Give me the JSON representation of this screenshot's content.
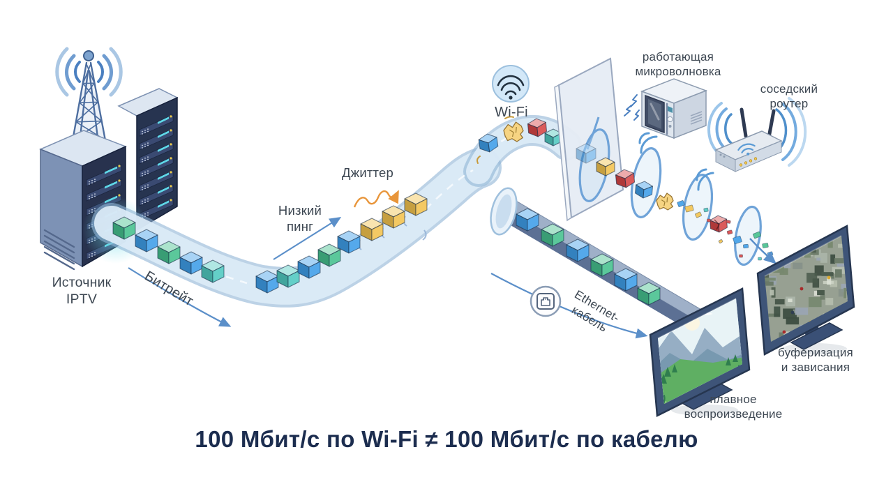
{
  "title": "100 Мбит/с по Wi-Fi ≠ 100 Мбит/с по кабелю",
  "labels": {
    "source_line1": "Источник",
    "source_line2": "IPTV",
    "bitrate": "Битрейт",
    "low_ping_line1": "Низкий",
    "low_ping_line2": "пинг",
    "jitter": "Джиттер",
    "wifi": "Wi-Fi",
    "microwave_line1": "работающая",
    "microwave_line2": "микроволновка",
    "router_line1": "соседский",
    "router_line2": "роутер",
    "ethernet_line1": "Ethernet-",
    "ethernet_line2": "кабель",
    "smooth_line1": "плавное",
    "smooth_line2": "воспроизведение",
    "buffering_line1": "буферизация",
    "buffering_line2": "и зависания"
  },
  "icons": [
    "antenna-icon",
    "wifi-icon",
    "rj45-ethernet-icon",
    "microwave-icon",
    "router-icon",
    "wall-obstacle",
    "tv-smooth-icon",
    "tv-glitchy-icon"
  ],
  "colors": {
    "background": "#ffffff",
    "title_text": "#1c2d4f",
    "label_text": "#3d4752",
    "arrow_blue": "#5b8fc9",
    "arrow_orange": "#e8953a",
    "tube_fill": "#dcebf7",
    "tube_edge": "#8fb4d6",
    "wave_stroke": "#6fa3d8",
    "wifi_glyph": "#22313f",
    "packet_green": "#45c08d",
    "packet_blue": "#3e9de8",
    "packet_teal": "#4fc9c0",
    "packet_yellow": "#f2c24e",
    "packet_red": "#d64545",
    "device_body": "#e8edf4",
    "device_edge": "#8d9cb0",
    "tv_frame": "#3e5478",
    "tv_frame_dark": "#263650",
    "screen_sky": "#e8f3f6"
  }
}
